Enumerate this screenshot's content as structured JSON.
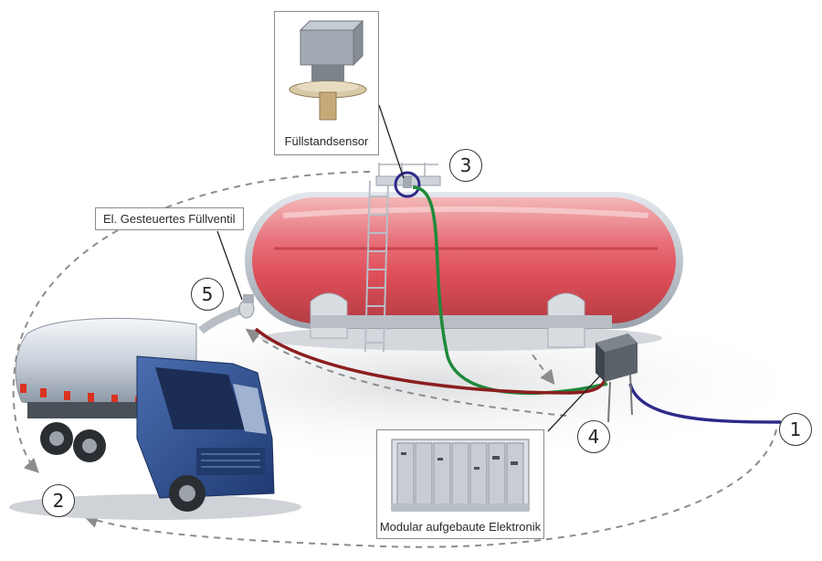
{
  "callouts": {
    "sensor": {
      "label": "Füllstandsensor"
    },
    "valve": {
      "label": "El. Gesteuertes Füllventil"
    },
    "electronics": {
      "label": "Modular aufgebaute Elektronik"
    }
  },
  "markers": {
    "m1": "1",
    "m2": "2",
    "m3": "3",
    "m4": "4",
    "m5": "5"
  },
  "icons": {
    "tank": "storage-tank-icon",
    "truck": "tanker-truck-icon",
    "sensor": "level-sensor-icon",
    "valve": "fill-valve-icon",
    "junction_box": "junction-box-icon",
    "rack": "electronics-rack-icon"
  },
  "colors": {
    "tank_body": "#e0505a",
    "truck_cab": "#2d4e8f",
    "cable_green": "#1f8a3a",
    "cable_red": "#8b1e1e",
    "cable_blue": "#2e2a8a",
    "flow_arrow": "#8c8c8c"
  }
}
